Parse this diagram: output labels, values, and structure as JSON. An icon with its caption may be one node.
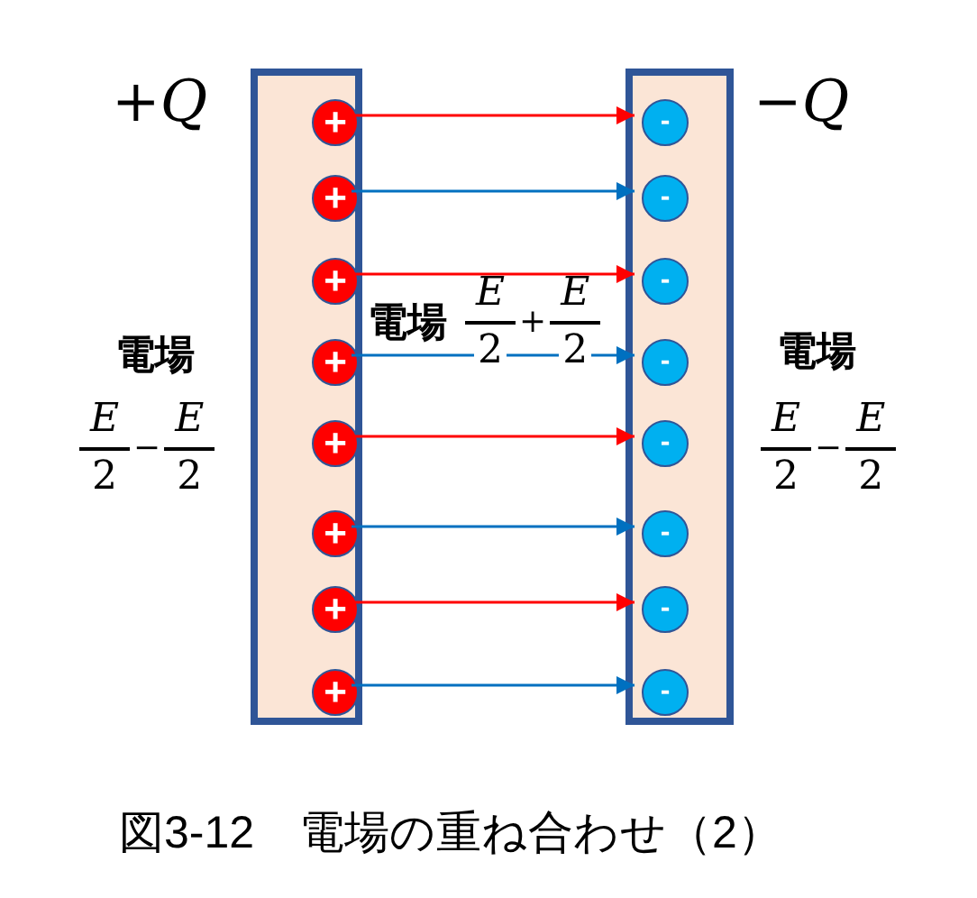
{
  "diagram": {
    "caption": "図3-12　電場の重ね合わせ（2）",
    "nodes": [
      {
        "text": [],
        "shape": "box",
        "beside": [
          "+Q"
        ]
      },
      {
        "text": [
          "+"
        ],
        "in": 0
      },
      {
        "text": [
          "+"
        ],
        "in": 0
      },
      {
        "text": [
          "+"
        ],
        "in": 0
      },
      {
        "text": [
          "+"
        ],
        "in": 0
      },
      {
        "text": [
          "+"
        ],
        "in": 0
      },
      {
        "text": [
          "+"
        ],
        "in": 0
      },
      {
        "text": [
          "+"
        ],
        "in": 0
      },
      {
        "text": [
          "+"
        ],
        "in": 0
      },
      {
        "text": [],
        "shape": "box",
        "beside": [
          "−Q"
        ]
      },
      {
        "text": [
          "-"
        ],
        "in": 9
      },
      {
        "text": [
          "-"
        ],
        "in": 9
      },
      {
        "text": [
          "-"
        ],
        "in": 9
      },
      {
        "text": [
          "-"
        ],
        "in": 9
      },
      {
        "text": [
          "-"
        ],
        "in": 9
      },
      {
        "text": [
          "-"
        ],
        "in": 9
      },
      {
        "text": [
          "-"
        ],
        "in": 9
      },
      {
        "text": [
          "-"
        ],
        "in": 9
      }
    ],
    "edges": [
      {
        "from": 1,
        "to": 10,
        "arrow": "to",
        "color": "#ff0000"
      },
      {
        "from": 2,
        "to": 11,
        "arrow": "to",
        "color": "#0070c0"
      },
      {
        "from": 3,
        "to": 12,
        "arrow": "to",
        "color": "#ff0000"
      },
      {
        "from": 4,
        "to": 13,
        "arrow": "to",
        "color": "#0070c0"
      },
      {
        "from": 5,
        "to": 14,
        "arrow": "to",
        "color": "#ff0000"
      },
      {
        "from": 6,
        "to": 15,
        "arrow": "to",
        "color": "#0070c0"
      },
      {
        "from": 7,
        "to": 16,
        "arrow": "to",
        "color": "#ff0000"
      },
      {
        "from": 8,
        "to": 17,
        "arrow": "to",
        "color": "#0070c0"
      }
    ],
    "labels": [
      "電場",
      "E",
      "2",
      "−",
      "E",
      "2",
      "電場",
      "E",
      "2",
      "+",
      "E",
      "2",
      "電場",
      "E",
      "2",
      "−",
      "E",
      "2"
    ]
  }
}
